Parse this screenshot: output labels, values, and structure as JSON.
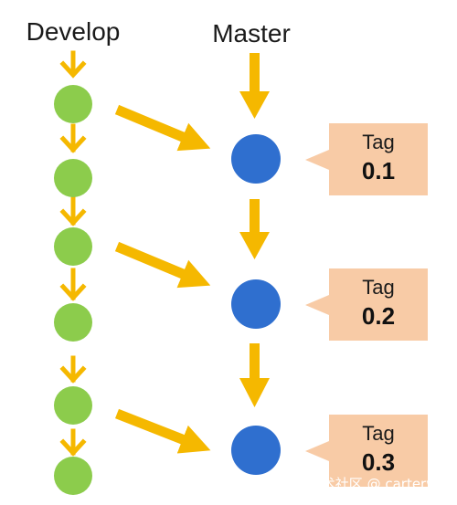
{
  "columns": {
    "develop_label": "Develop",
    "master_label": "Master"
  },
  "tags": [
    {
      "small": "Tag",
      "big": "0.1"
    },
    {
      "small": "Tag",
      "big": "0.2"
    },
    {
      "small": "Tag",
      "big": "0.3"
    }
  ],
  "watermark": "掘金技术社区 @ carterwu",
  "colors": {
    "develop_node": "#8ccc4c",
    "master_node": "#2f6fcf",
    "arrow": "#f5b800",
    "tag_box": "#f8cba6",
    "text": "#1a1a1a"
  }
}
